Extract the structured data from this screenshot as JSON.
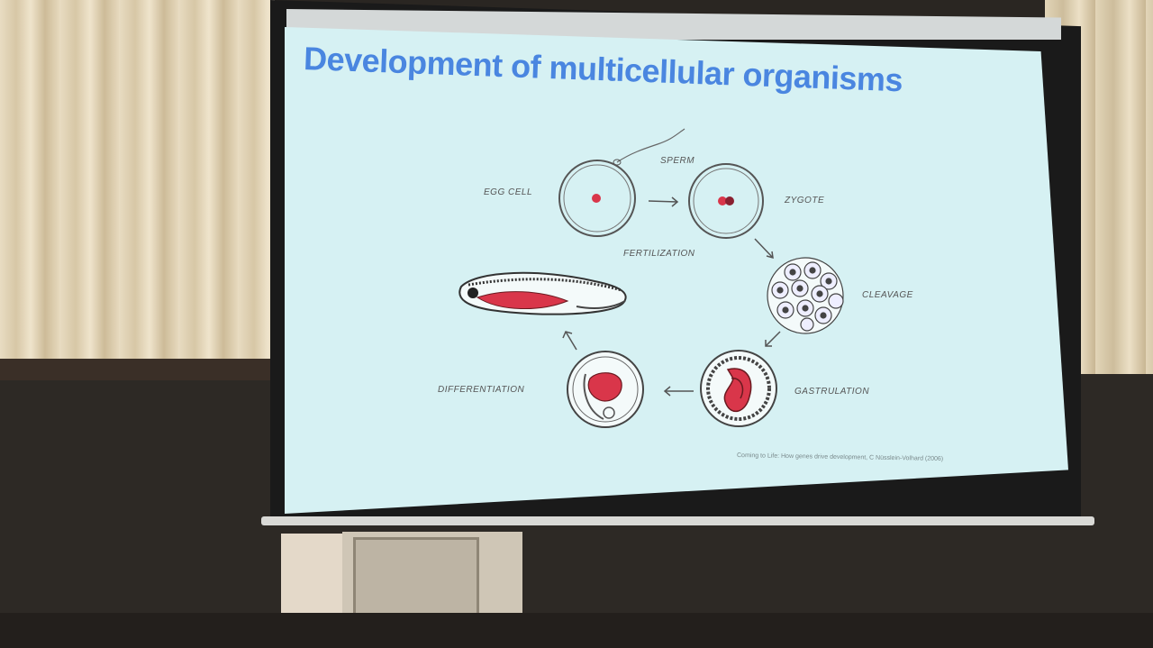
{
  "slide": {
    "title": "Development of multicellular organisms",
    "labels": {
      "egg_cell": "EGG CELL",
      "sperm": "SPERM",
      "zygote": "ZYGOTE",
      "fertilization": "FERTILIZATION",
      "cleavage": "CLEAVAGE",
      "gastrulation": "GASTRULATION",
      "differentiation": "DIFFERENTIATION"
    },
    "credit": "Coming to Life: How genes drive development, C Nüsslein-Volhard (2006)"
  },
  "colors": {
    "title": "#4a86e0",
    "slide_bg": "#d6f1f3",
    "cell_red": "#d9364a"
  }
}
